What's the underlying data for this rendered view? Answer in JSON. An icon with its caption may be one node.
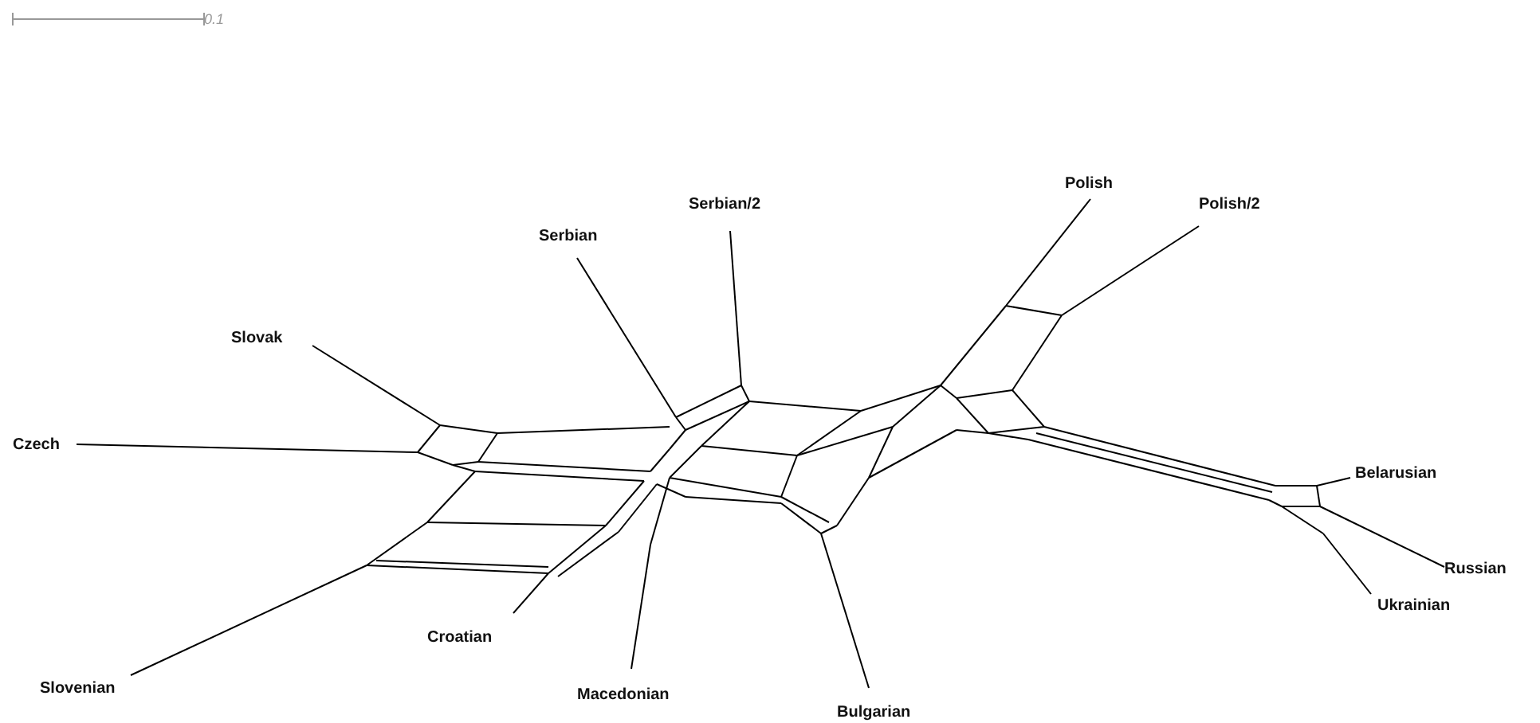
{
  "diagram": {
    "labels": [
      "0.1",
      "Polish",
      "Polish/2",
      "Serbian/2",
      "Serbian",
      "Slovak",
      "Czech",
      "Belarusian",
      "Russian",
      "Ukrainian",
      "Croatian",
      "Slovenian",
      "Macedonian",
      "Bulgarian"
    ]
  }
}
